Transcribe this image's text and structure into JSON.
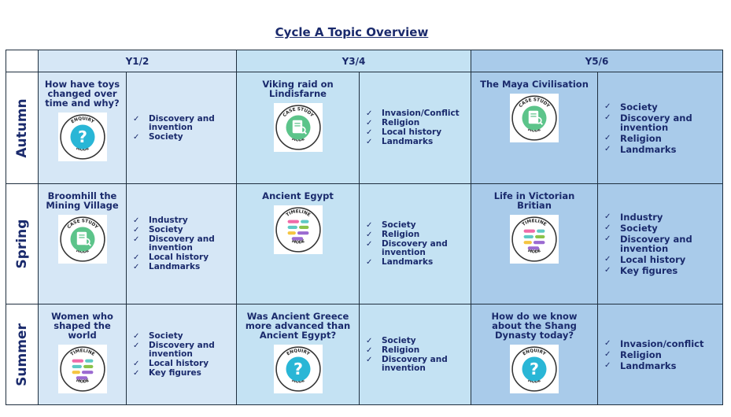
{
  "title": "Cycle A Topic Overview",
  "columns": [
    "Y1/2",
    "Y3/4",
    "Y5/6"
  ],
  "badge_labels": {
    "enquiry_top": "ENQUIRY",
    "case_top": "CASE STUDY",
    "timeline_top": "TIMELINE",
    "bottom": "MODE"
  },
  "rows": [
    {
      "season": "Autumn",
      "y12": {
        "topic": "How have toys changed over time and why?",
        "mode": "enquiry",
        "themes": [
          "Discovery and invention",
          "Society"
        ]
      },
      "y34": {
        "topic": "Viking raid on Lindisfarne",
        "mode": "case",
        "themes": [
          "Invasion/Conflict",
          "Religion",
          "Local history",
          "Landmarks"
        ]
      },
      "y56": {
        "topic": "The Maya Civilisation",
        "mode": "case",
        "themes": [
          "Society",
          "Discovery and invention",
          "Religion",
          "Landmarks"
        ]
      }
    },
    {
      "season": "Spring",
      "y12": {
        "topic": "Broomhill the Mining Village",
        "mode": "case",
        "themes": [
          "Industry",
          "Society",
          "Discovery and invention",
          "Local history",
          "Landmarks"
        ]
      },
      "y34": {
        "topic": "Ancient Egypt",
        "mode": "timeline",
        "themes": [
          "Society",
          "Religion",
          "Discovery and invention",
          "Landmarks"
        ]
      },
      "y56": {
        "topic": "Life in Victorian Britian",
        "mode": "timeline",
        "themes": [
          "Industry",
          "Society",
          "Discovery and invention",
          "Local history",
          "Key figures"
        ]
      }
    },
    {
      "season": "Summer",
      "y12": {
        "topic": "Women who shaped the world",
        "mode": "timeline",
        "themes": [
          "Society",
          "Discovery and invention",
          "Local history",
          "Key figures"
        ]
      },
      "y34": {
        "topic": "Was Ancient Greece more advanced than Ancient Egypt?",
        "mode": "enquiry",
        "themes": [
          "Society",
          "Religion",
          "Discovery and invention"
        ]
      },
      "y56": {
        "topic": "How do we know about the Shang Dynasty today?",
        "mode": "enquiry",
        "themes": [
          "Invasion/conflict",
          "Religion",
          "Landmarks"
        ]
      }
    }
  ],
  "colors": {
    "y12": "#d6e7f6",
    "y34": "#c4e2f3",
    "y56": "#a9cbea",
    "text": "#1a2a6c",
    "enquiry": "#29b6d6",
    "case": "#5cc48a"
  }
}
